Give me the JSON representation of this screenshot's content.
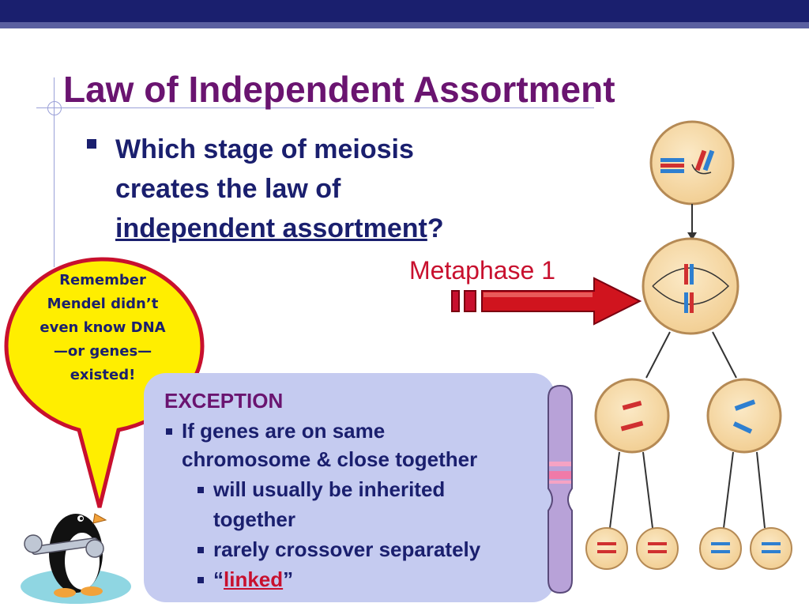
{
  "slide": {
    "title": "Law of Independent Assortment",
    "question": {
      "line1": "Which stage of  meiosis",
      "line2": "creates the law of",
      "underlined": "independent assortment",
      "end": "?"
    },
    "arrow_label": "Metaphase 1",
    "callout": [
      "Remember",
      "Mendel didn’t",
      "even know DNA",
      "—or genes—",
      "existed!"
    ],
    "exception": {
      "title": "EXCEPTION",
      "bullet1_line1": "If genes are on same",
      "bullet1_line2": "chromosome & close together",
      "sub1_line1": "will usually be inherited",
      "sub1_line2": "together",
      "sub2": "rarely crossover separately",
      "sub3_open": "“",
      "sub3_word": "linked",
      "sub3_close": "”"
    }
  },
  "colors": {
    "title": "#6a1470",
    "text": "#1a1f6e",
    "accent_red": "#c8102e",
    "callout_fill": "#ffee00",
    "box_fill": "#c5cbf0",
    "cell_fill": "#f7dcaa"
  },
  "icons": [
    "penguin-mascot",
    "wrench-icon",
    "red-arrow",
    "chromosome-diagram",
    "meiosis-cell-diagram"
  ]
}
